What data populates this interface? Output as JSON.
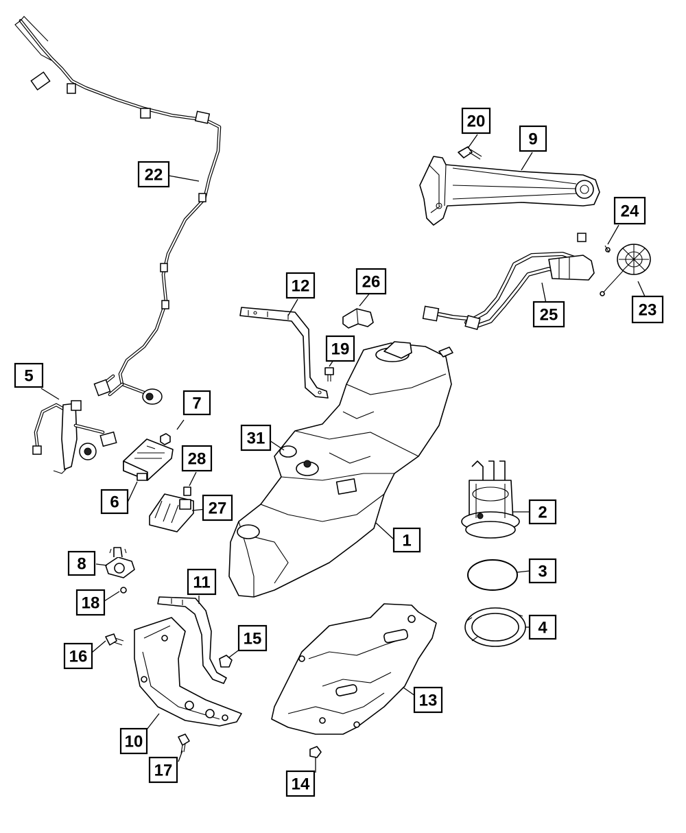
{
  "callouts": [
    {
      "id": "c1",
      "label": "1"
    },
    {
      "id": "c2",
      "label": "2"
    },
    {
      "id": "c3",
      "label": "3"
    },
    {
      "id": "c4",
      "label": "4"
    },
    {
      "id": "c5",
      "label": "5"
    },
    {
      "id": "c6",
      "label": "6"
    },
    {
      "id": "c7",
      "label": "7"
    },
    {
      "id": "c8",
      "label": "8"
    },
    {
      "id": "c9",
      "label": "9"
    },
    {
      "id": "c10",
      "label": "10"
    },
    {
      "id": "c11",
      "label": "11"
    },
    {
      "id": "c12",
      "label": "12"
    },
    {
      "id": "c13",
      "label": "13"
    },
    {
      "id": "c14",
      "label": "14"
    },
    {
      "id": "c15",
      "label": "15"
    },
    {
      "id": "c16",
      "label": "16"
    },
    {
      "id": "c17",
      "label": "17"
    },
    {
      "id": "c18",
      "label": "18"
    },
    {
      "id": "c19",
      "label": "19"
    },
    {
      "id": "c20",
      "label": "20"
    },
    {
      "id": "c22",
      "label": "22"
    },
    {
      "id": "c23",
      "label": "23"
    },
    {
      "id": "c24",
      "label": "24"
    },
    {
      "id": "c25",
      "label": "25"
    },
    {
      "id": "c26",
      "label": "26"
    },
    {
      "id": "c27",
      "label": "27"
    },
    {
      "id": "c28",
      "label": "28"
    },
    {
      "id": "c31",
      "label": "31"
    }
  ]
}
